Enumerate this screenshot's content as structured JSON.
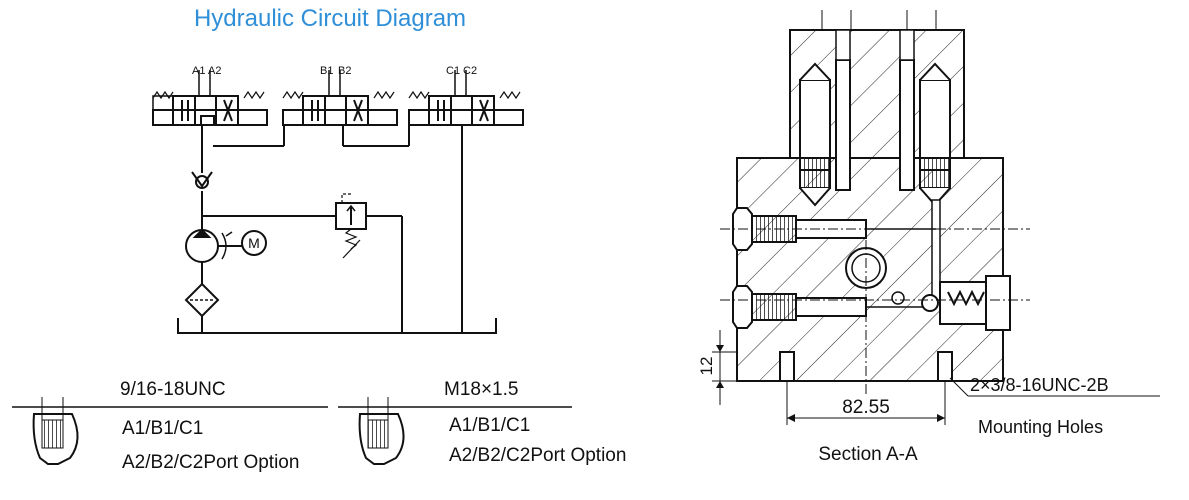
{
  "title": "Hydraulic Circuit Diagram",
  "colors": {
    "title": "#2f8fd8",
    "line": "#111111"
  },
  "ports": {
    "valve1": {
      "p1": "A1",
      "p2": "A2"
    },
    "valve2": {
      "p1": "B1",
      "p2": "B2"
    },
    "valve3": {
      "p1": "C1",
      "p2": "C2"
    }
  },
  "motor_symbol": "M",
  "port_options": [
    {
      "thread": "9/16-18UNC",
      "line1": "A1/B1/C1",
      "line2": "A2/B2/C2Port Option"
    },
    {
      "thread": "M18×1.5",
      "line1": "A1/B1/C1",
      "line2": "A2/B2/C2Port Option"
    }
  ],
  "section": {
    "caption": "Section A-A",
    "dim_height": "12",
    "dim_spacing": "82.55",
    "hole_spec": "2×3/8-16UNC-2B",
    "hole_label": "Mounting Holes"
  }
}
